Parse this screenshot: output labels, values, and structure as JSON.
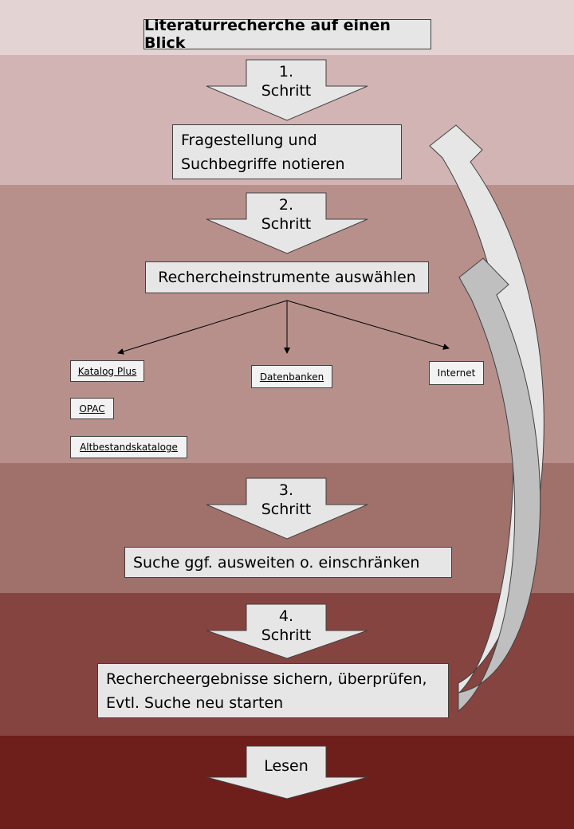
{
  "title": "Literaturrecherche auf einen Blick",
  "steps": [
    {
      "label": "1.\nSchritt",
      "box": "Fragestellung und\nSuchbegriffe notieren"
    },
    {
      "label": "2.\nSchritt",
      "box": "Rechercheinstrumente auswählen"
    },
    {
      "label": "3.\nSchritt",
      "box": "Suche ggf. ausweiten o. einschränken"
    },
    {
      "label": "4.\nSchritt",
      "box": "Rechercheergebnisse sichern, überprüfen,\nEvtl. Suche neu starten"
    }
  ],
  "final_step": "Lesen",
  "tools": {
    "katalog": "Katalog Plus",
    "opac": "OPAC",
    "altbestand": "Altbestandskataloge",
    "datenbanken": "Datenbanken",
    "internet": "Internet"
  },
  "colors": {
    "band0": "#e4d3d3",
    "band1": "#d2b4b4",
    "band2": "#b7908c",
    "band3": "#a0706a",
    "band4": "#864440",
    "band5": "#6e1f1b",
    "box_fill": "#e7e6e6",
    "arrow_fill": "#e7e6e6"
  }
}
